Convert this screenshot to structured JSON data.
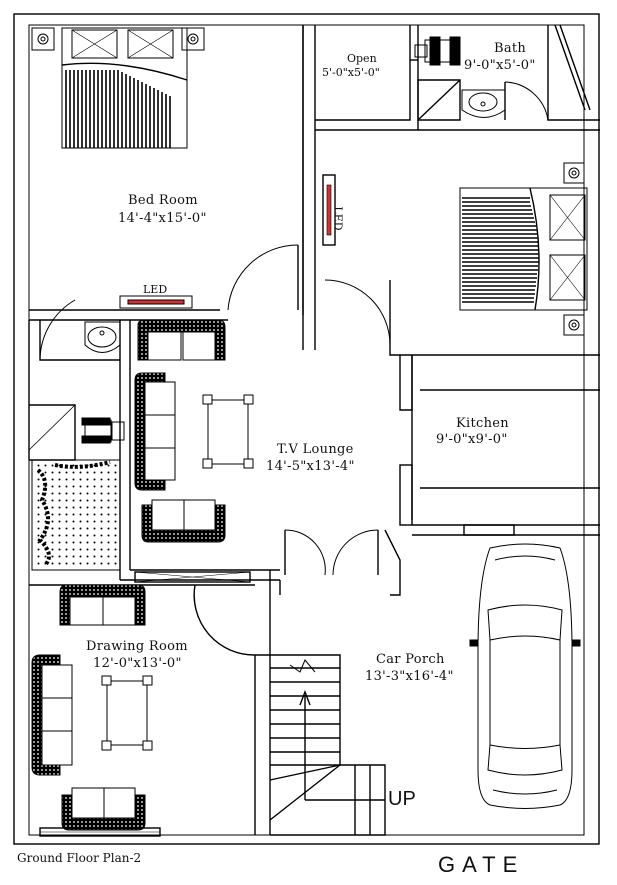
{
  "caption": "Ground Floor Plan-2",
  "gate_label": "GATE",
  "stair_label": "UP",
  "rooms": {
    "bed_room": {
      "name": "Bed Room",
      "dims": "14'-4\"x15'-0\""
    },
    "open": {
      "name": "Open",
      "dims": "5'-0\"x5'-0\""
    },
    "bath": {
      "name": "Bath",
      "dims": "9'-0\"x5'-0\""
    },
    "tv_lounge": {
      "name": "T.V Lounge",
      "dims": "14'-5\"x13'-4\""
    },
    "kitchen": {
      "name": "Kitchen",
      "dims": "9'-0\"x9'-0\""
    },
    "drawing_room": {
      "name": "Drawing Room",
      "dims": "12'-0\"x13'-0\""
    },
    "car_porch": {
      "name": "Car Porch",
      "dims": "13'-3\"x16'-4\""
    }
  },
  "led_labels": {
    "bed_room": "LED",
    "second_bed": "LED"
  }
}
